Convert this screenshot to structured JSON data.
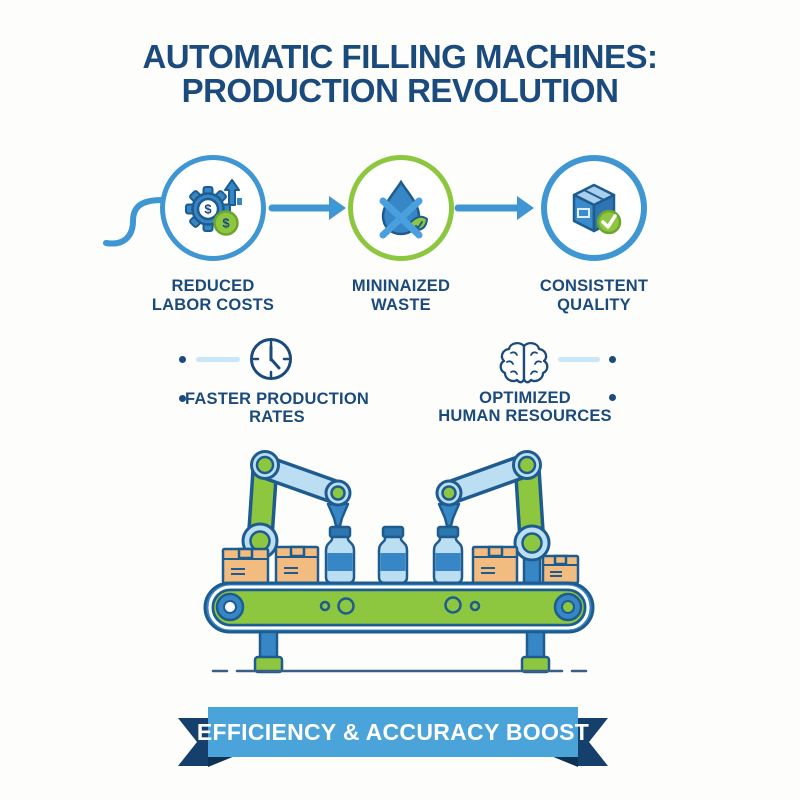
{
  "title": {
    "line1": "AUTOMATIC FILLING MACHINES:",
    "line2": "PRODUCTION REVOLUTION"
  },
  "process_steps": [
    {
      "id": "reduced-labor-costs",
      "icon": "gear-dollar-icon",
      "ring": "blue",
      "label_line1": "REDUCED",
      "label_line2": "LABOR COSTS"
    },
    {
      "id": "minimized-waste",
      "icon": "no-water-waste-icon",
      "ring": "green",
      "label_line1": "MININAIZED",
      "label_line2": "WASTE"
    },
    {
      "id": "consistent-quality",
      "icon": "package-check-icon",
      "ring": "blue",
      "label_line1": "CONSISTENT",
      "label_line2": "QUALITY"
    }
  ],
  "features": [
    {
      "id": "faster-production-rates",
      "icon": "clock-icon",
      "label_line1": "FASTER PRODUCTION",
      "label_line2": "RATES"
    },
    {
      "id": "optimized-human-resources",
      "icon": "brain-icon",
      "label_line1": "OPTIMIZED",
      "label_line2": "HUMAN RESOURCES"
    }
  ],
  "banner": {
    "text": "EFFICIENCY & ACCURACY BOOST"
  },
  "icons": {
    "dollar": "$"
  },
  "colors": {
    "background": "#FDFDFB",
    "navy_text": "#1B4A7C",
    "outline": "#1E5C8F",
    "blue": "#3E96D2",
    "mid_blue": "#3787C6",
    "light_blue": "#BCDEF2",
    "pale_dash": "#C9E7F8",
    "green": "#8DC63F",
    "green_dark": "#6FA52F",
    "tan": "#F2BC80",
    "banner_blue": "#4AA3D9",
    "ribbon_dark": "#15406B",
    "ribbon_fold": "#0E3254",
    "cross_blue": "#4AA0DC",
    "bottle_cap": "#2E76B0"
  }
}
